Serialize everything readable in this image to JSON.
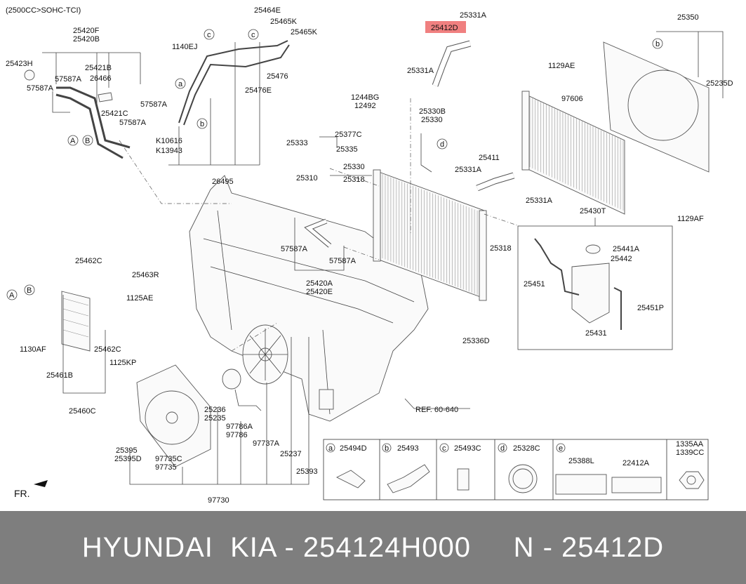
{
  "header": {
    "engine_note": "(2500CC>SOHC-TCI)"
  },
  "highlight": {
    "part": "25412D",
    "color": "#f08080"
  },
  "labels": [
    "25464E",
    "25465K",
    "25465K",
    "1140EJ",
    "25476",
    "25476E",
    "25420F",
    "25420B",
    "25423H",
    "57587A",
    "57587A",
    "25421B",
    "26466",
    "25421C",
    "57587A",
    "57587A",
    "K10616",
    "K13943",
    "26495",
    "25331A",
    "25331A",
    "1244BG",
    "12492",
    "25377C",
    "25333",
    "25335",
    "25330B",
    "25330",
    "25331A",
    "25411",
    "25331A",
    "25330",
    "25318",
    "25310",
    "57587A",
    "57587A",
    "25420A",
    "25420E",
    "25318",
    "25336D",
    "25350",
    "1129AE",
    "97606",
    "25235D",
    "25430T",
    "1129AF",
    "25441A",
    "25442",
    "25451",
    "25451P",
    "25431",
    "25462C",
    "25463R",
    "1125AE",
    "1130AF",
    "25462C",
    "1125KP",
    "25461B",
    "25460C",
    "25236",
    "25235",
    "97786A",
    "97786",
    "97737A",
    "25237",
    "25393",
    "25395",
    "25395D",
    "97735C",
    "97735",
    "97730",
    "REF. 60-640",
    "FR."
  ],
  "callouts": [
    "A",
    "B",
    "A",
    "B",
    "a",
    "b",
    "c",
    "c",
    "d",
    "b"
  ],
  "legend": [
    {
      "letter": "a",
      "parts": [
        "25494D"
      ]
    },
    {
      "letter": "b",
      "parts": [
        "25493"
      ]
    },
    {
      "letter": "c",
      "parts": [
        "25493C"
      ]
    },
    {
      "letter": "d",
      "parts": [
        "25328C"
      ]
    },
    {
      "letter": "e",
      "parts": [
        "25388L",
        "22412A"
      ]
    },
    {
      "letter": "",
      "parts": [
        "1335AA",
        "1339CC"
      ]
    }
  ],
  "banner": {
    "text": "HYUNDAI  KIA - 254124H000     N - 25412D"
  }
}
